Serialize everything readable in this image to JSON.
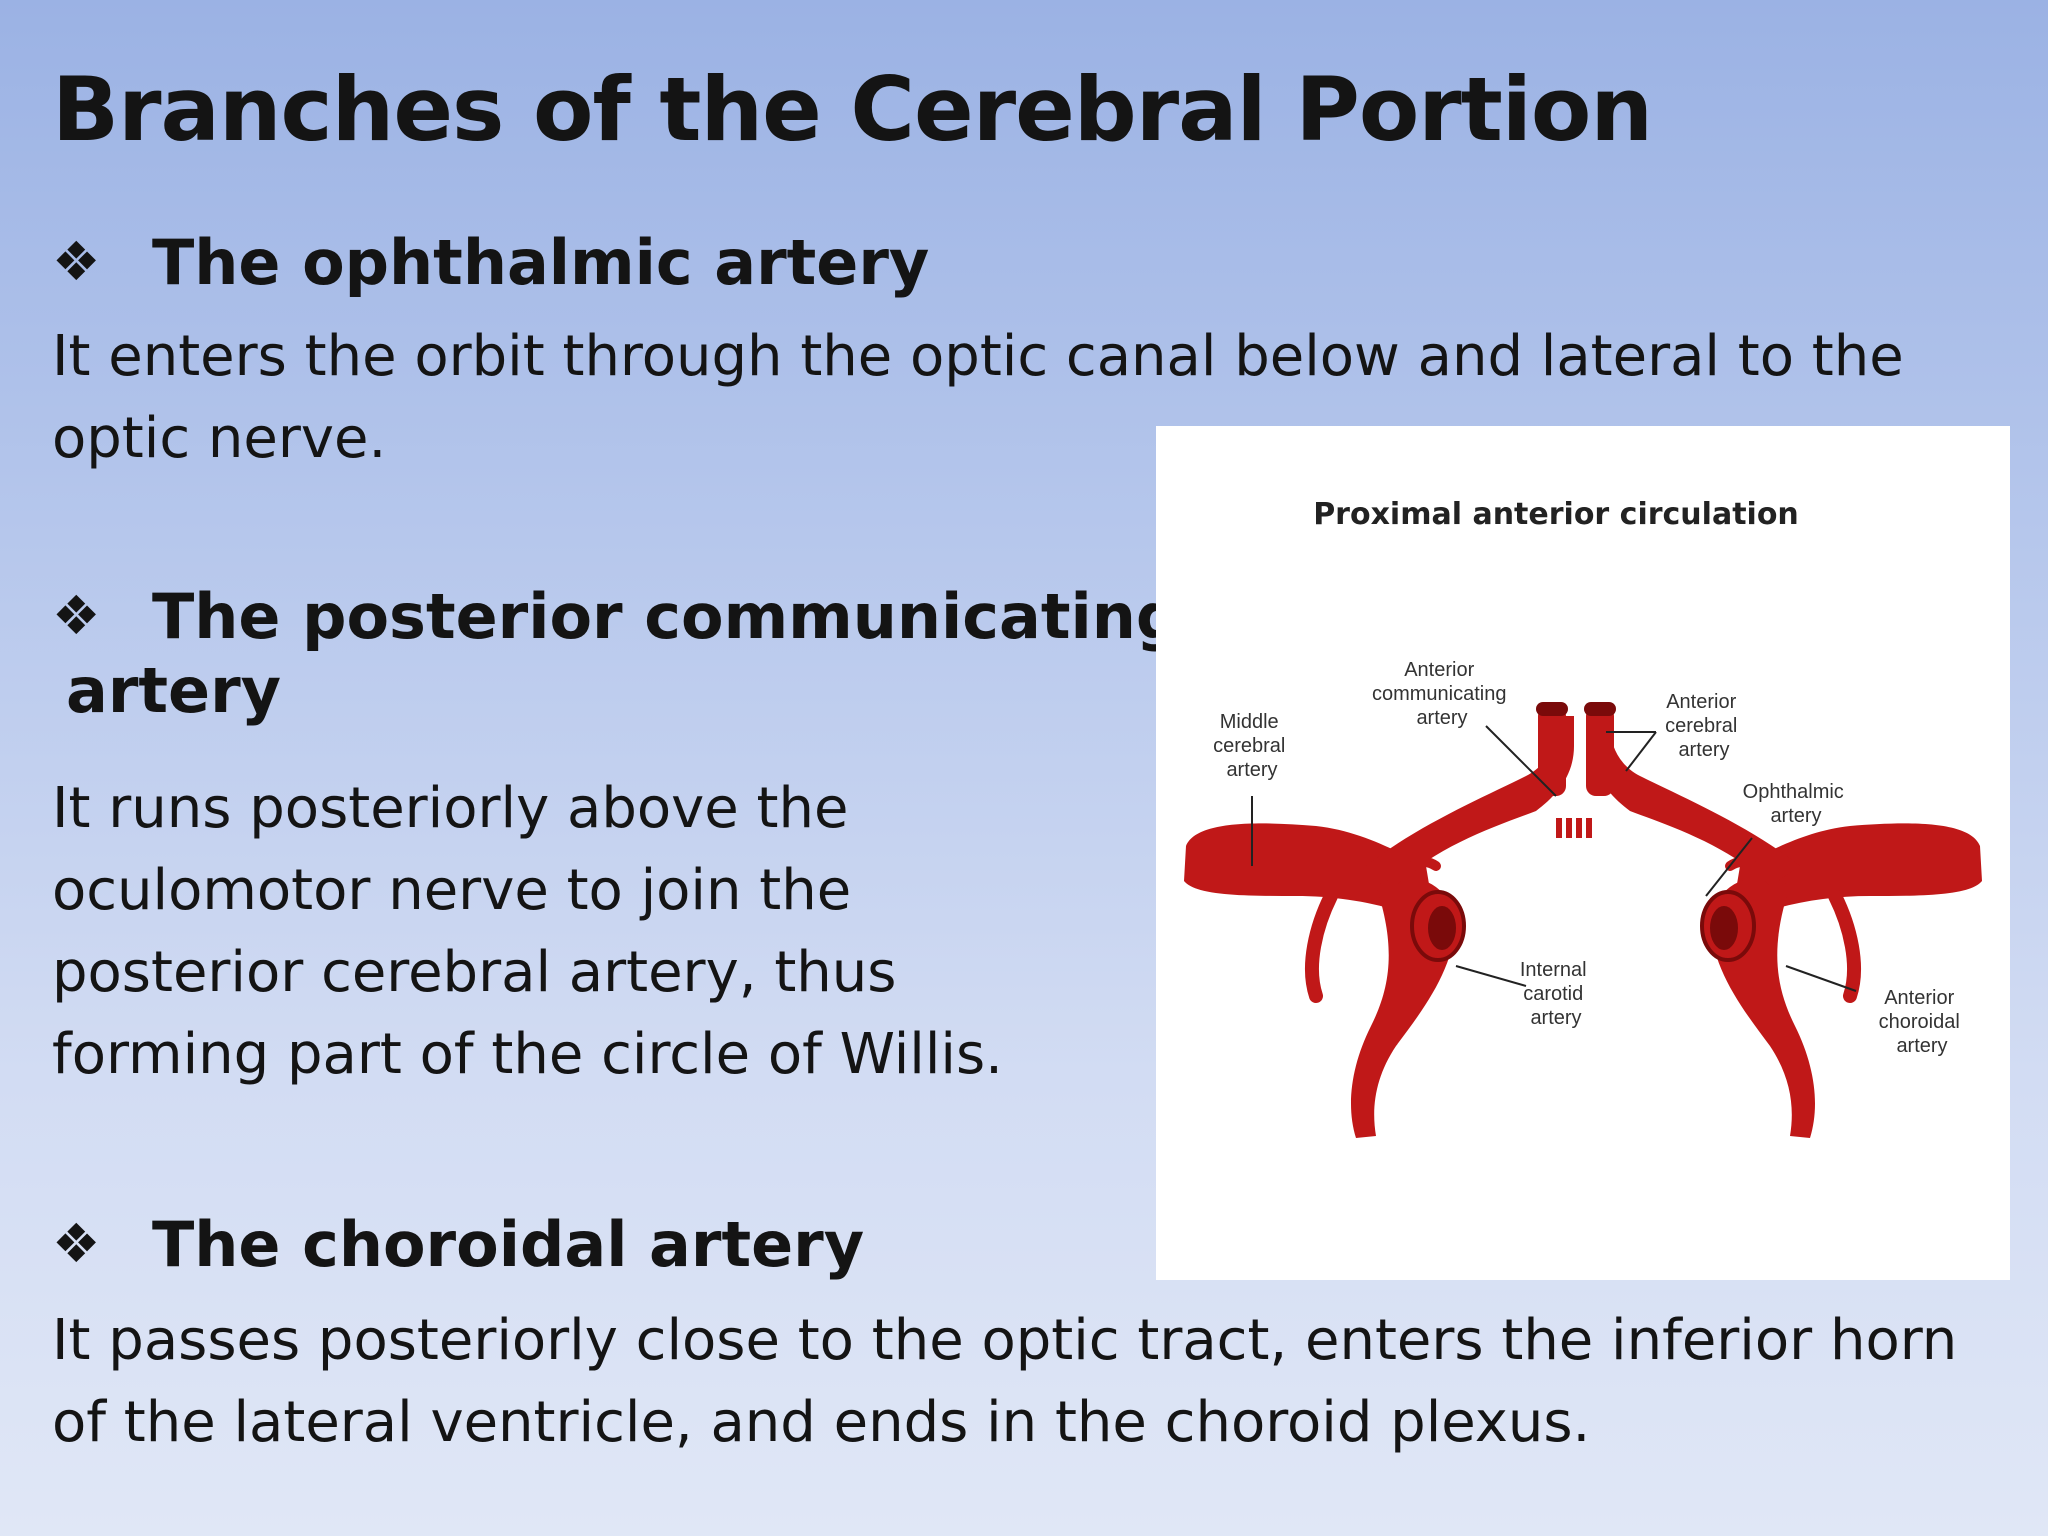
{
  "slide": {
    "title": "Branches of the Cerebral Portion",
    "bullet_glyph": "❖",
    "sections": [
      {
        "heading": "The ophthalmic artery",
        "body": [
          "It enters the orbit through the optic canal below and lateral to the",
          "optic nerve."
        ]
      },
      {
        "heading": "The posterior communicating",
        "heading_cont": "artery",
        "body": [
          "It runs posteriorly above the",
          "oculomotor nerve to join the",
          "posterior cerebral artery, thus",
          "forming part of the circle of Willis."
        ]
      },
      {
        "heading": "The choroidal artery",
        "body": [
          "It passes posteriorly close to the optic tract, enters the inferior horn",
          "of the lateral ventricle, and ends in the choroid plexus."
        ]
      }
    ]
  },
  "figure": {
    "title": "Proximal anterior circulation",
    "labels": {
      "middle_cerebral": [
        "Middle",
        "cerebral",
        "artery"
      ],
      "anterior_communicating": [
        "Anterior",
        "communicating",
        "artery"
      ],
      "anterior_cerebral": [
        "Anterior",
        "cerebral",
        "artery"
      ],
      "ophthalmic": [
        "Ophthalmic",
        "artery"
      ],
      "internal_carotid": [
        "Internal",
        "carotid",
        "artery"
      ],
      "anterior_choroidal": [
        "Anterior",
        "choroidal",
        "artery"
      ]
    },
    "artery_color": "#c01818",
    "artery_dark": "#7a0a0a"
  }
}
